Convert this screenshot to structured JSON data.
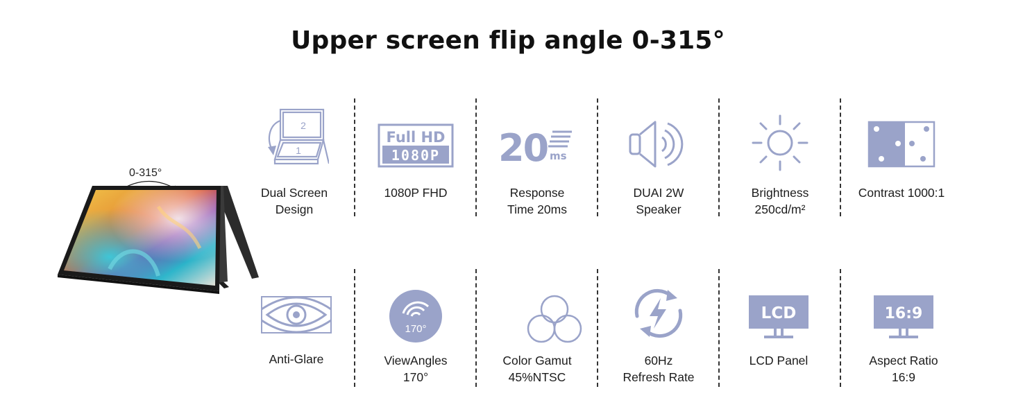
{
  "title": "Upper screen flip angle 0-315°",
  "product": {
    "angle_label": "0-315°"
  },
  "row1": [
    {
      "line1": "Dual Screen",
      "line2": "Design",
      "icon": "dual-screen-icon",
      "screen1": "1",
      "screen2": "2"
    },
    {
      "line1": "1080P FHD",
      "line2": "",
      "icon": "full-hd-icon",
      "badge_top": "Full HD",
      "badge_bottom": "1080P"
    },
    {
      "line1": "Response",
      "line2": "Time 20ms",
      "icon": "response-time-icon",
      "big": "20",
      "small": "ms"
    },
    {
      "line1": "DUAI 2W",
      "line2": "Speaker",
      "icon": "speaker-icon"
    },
    {
      "line1": "Brightness",
      "line2": "250cd/m²",
      "icon": "sun-icon"
    },
    {
      "line1": "Contrast 1000:1",
      "line2": "",
      "icon": "contrast-icon"
    }
  ],
  "row2": [
    {
      "line1": "Anti-Glare",
      "line2": "",
      "icon": "eye-icon"
    },
    {
      "line1": "ViewAngles",
      "line2": "170°",
      "icon": "view-angle-icon",
      "badge": "170°"
    },
    {
      "line1": "Color Gamut",
      "line2": "45%NTSC",
      "icon": "color-gamut-icon"
    },
    {
      "line1": "60Hz",
      "line2": "Refresh Rate",
      "icon": "refresh-rate-icon"
    },
    {
      "line1": "LCD Panel",
      "line2": "",
      "icon": "lcd-monitor-icon",
      "badge": "LCD"
    },
    {
      "line1": "Aspect Ratio",
      "line2": "16:9",
      "icon": "aspect-ratio-monitor-icon",
      "badge": "16:9"
    }
  ],
  "colors": {
    "icon": "#9aa3c9",
    "text": "#1c1c1c",
    "divider": "#333333"
  }
}
